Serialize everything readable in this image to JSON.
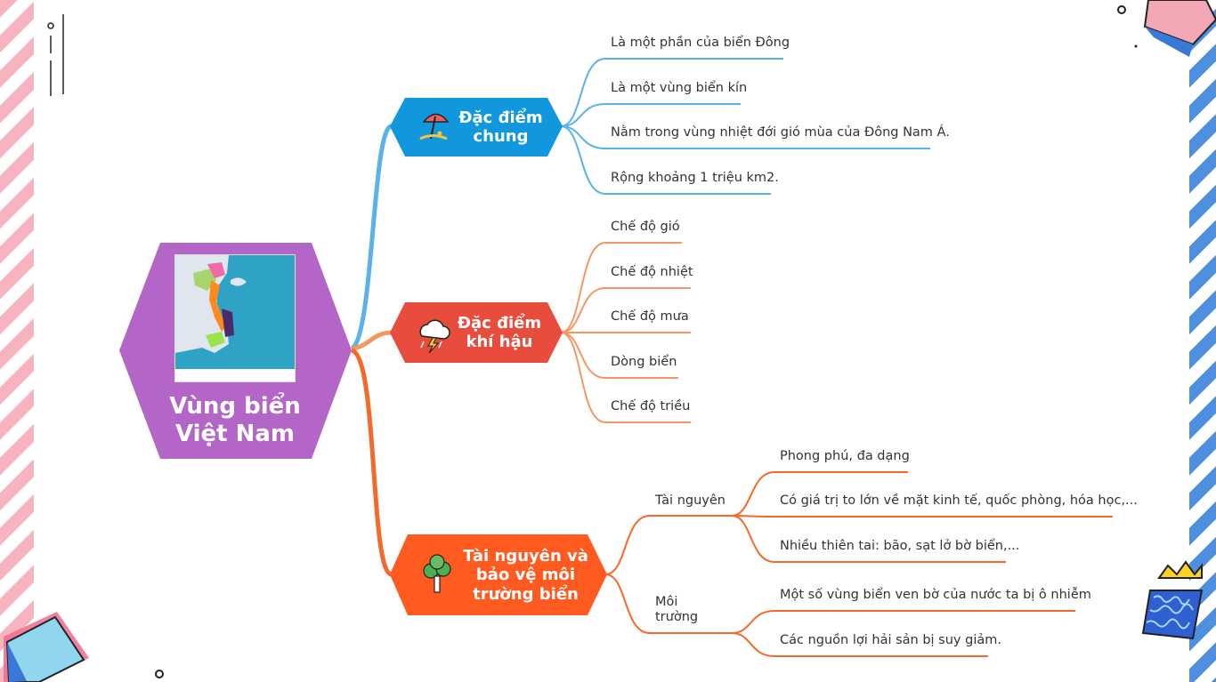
{
  "central": {
    "title": "Vùng biển Việt Nam",
    "line1": "Vùng biển",
    "line2": "Việt Nam",
    "color": "#b465c8"
  },
  "branches": [
    {
      "title_line1": "Đặc điểm",
      "title_line2": "chung",
      "color": "#1197de",
      "line_color": "#5ab2e6",
      "icon": "beach-umbrella-icon",
      "items": [
        "Là một phần của biển Đông",
        "Là một vùng biển kín",
        "Nằm trong vùng nhiệt đới gió mùa của Đông Nam Á.",
        "Rộng khoảng 1 triệu km2."
      ]
    },
    {
      "title_line1": "Đặc điểm",
      "title_line2": "khí hậu",
      "color": "#e84c3d",
      "line_color": "#f59762",
      "icon": "storm-cloud-icon",
      "items": [
        "Chế độ gió",
        "Chế độ nhiệt",
        "Chế độ mưa",
        "Dòng biển",
        "Chế độ triều"
      ]
    },
    {
      "title_line1": "Tài nguyên và",
      "title_line2": "bảo vệ môi",
      "title_line3": "trường biển",
      "color": "#ff5a1f",
      "line_color": "#f56a2b",
      "icon": "tree-icon",
      "sub": [
        {
          "label": "Tài nguyên",
          "items": [
            "Phong phú, đa dạng",
            "Có giá trị to lớn về mặt kinh tế, quốc phòng, hóa học,...",
            "Nhiều thiên tai: bão, sạt lở bờ biển,..."
          ]
        },
        {
          "label_line1": "Môi",
          "label_line2": "trường",
          "items": [
            "Một số vùng biển ven bờ của nước ta bị ô nhiễm",
            "Các nguồn lợi hải sản bị suy giảm."
          ]
        }
      ]
    }
  ]
}
